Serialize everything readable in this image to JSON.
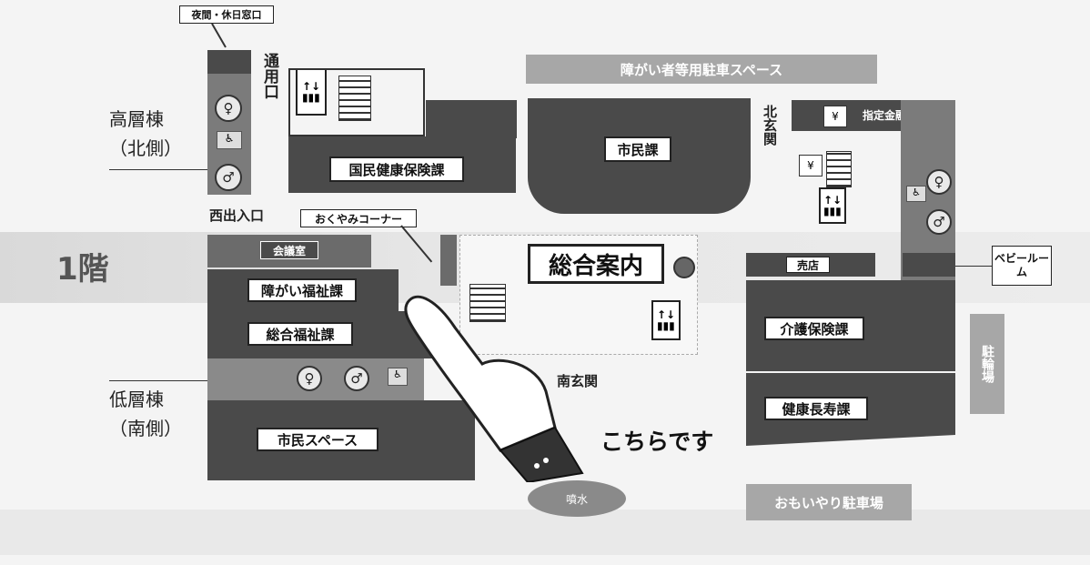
{
  "floor": "1階",
  "wings": {
    "north": [
      "高層棟",
      "（北側）"
    ],
    "south": [
      "低層棟",
      "（南側）"
    ]
  },
  "labels": {
    "night_window": "夜間・休日窓口",
    "side_entrance": "通用口",
    "accessible_parking": "障がい者等用駐車スペース",
    "north_entrance": "北玄関",
    "designated_bank": "指定金融機関",
    "kokumin": "国民健康保険課",
    "shimin": "市民課",
    "west_entrance": "西出入口",
    "condolence": "おくやみコーナー",
    "meeting_room": "会議室",
    "info_desk": "総合案内",
    "disability_welfare": "障がい福祉課",
    "general_welfare": "総合福祉課",
    "shop": "売店",
    "baby_room": "ベビールーム",
    "care_insurance": "介護保険課",
    "health_longevity": "健康長寿課",
    "south_entrance": "南玄関",
    "citizen_space": "市民スペース",
    "pointer_text": "こちらです",
    "fountain": "噴水",
    "omoiyari_parking": "おもいやり駐車場",
    "side_parking": "駐輪場"
  },
  "icons": [
    "restroom-icon",
    "accessible-icon",
    "elevator-icon",
    "stairs-icon",
    "atm-icon",
    "pointing-hand-icon"
  ],
  "colors": {
    "building": "#4a4a4a",
    "parking": "#a7a7a7",
    "band": "#e0e0e0"
  }
}
